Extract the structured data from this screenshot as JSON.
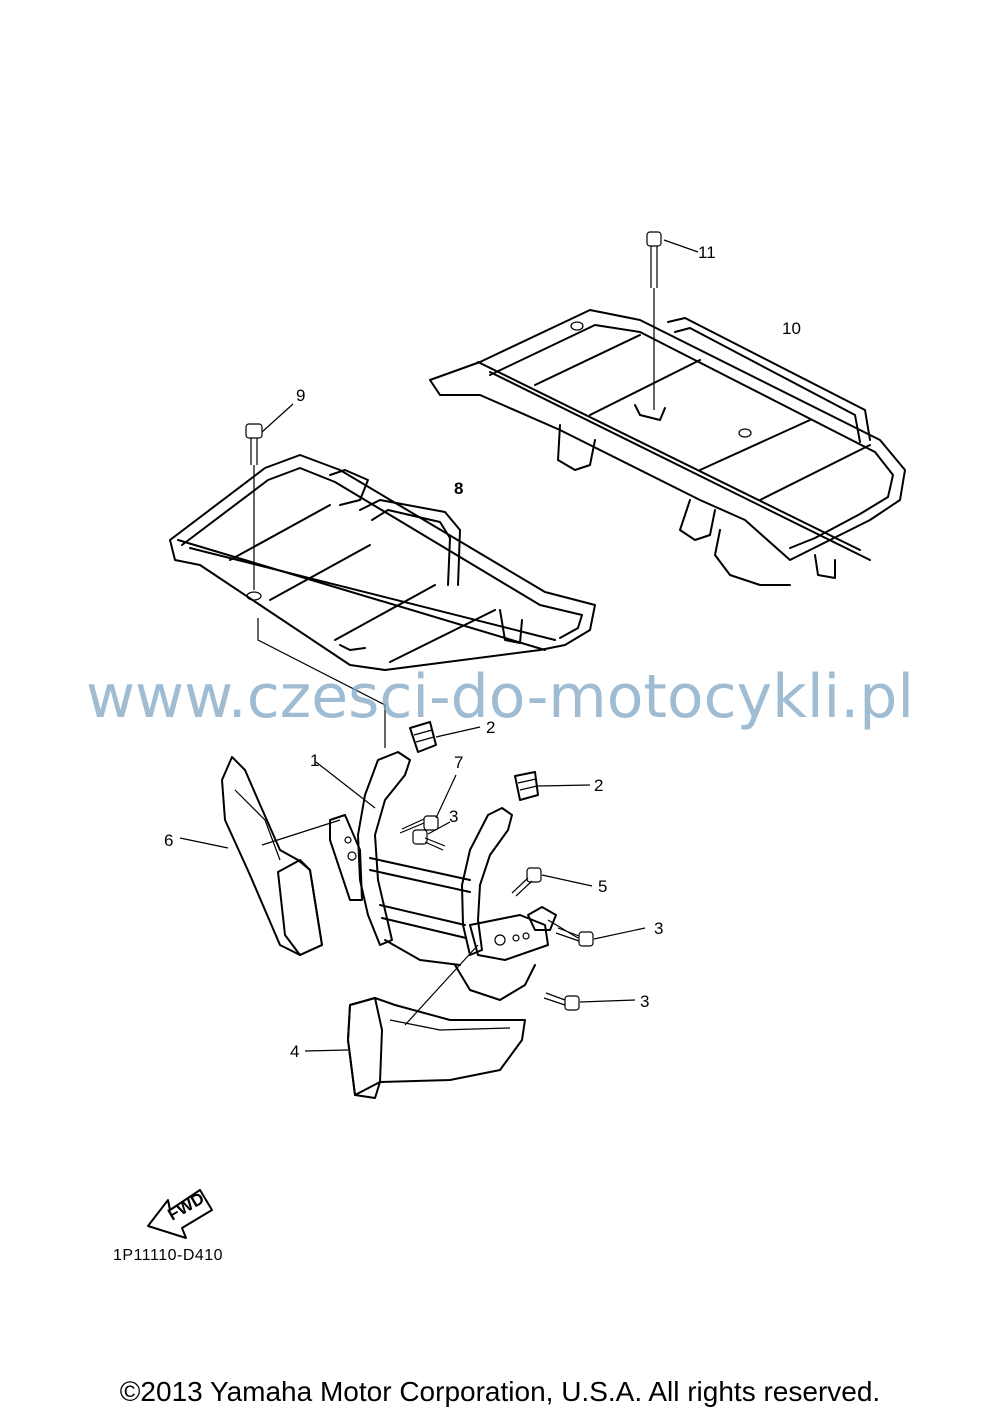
{
  "callouts": {
    "c1": "1",
    "c2a": "2",
    "c2b": "2",
    "c3a": "3",
    "c3b": "3",
    "c3c": "3",
    "c4": "4",
    "c5": "5",
    "c6": "6",
    "c7": "7",
    "c8": "8",
    "c9": "9",
    "c10": "10",
    "c11": "11"
  },
  "fwd_label": "FWD",
  "diagram_code": "1P11110-D410",
  "watermark": "www.czesci-do-motocykli.pl",
  "copyright": "©2013 Yamaha Motor Corporation, U.S.A. All rights reserved.",
  "colors": {
    "line": "#000000",
    "watermark": "#7fa6c4",
    "background": "#ffffff"
  }
}
